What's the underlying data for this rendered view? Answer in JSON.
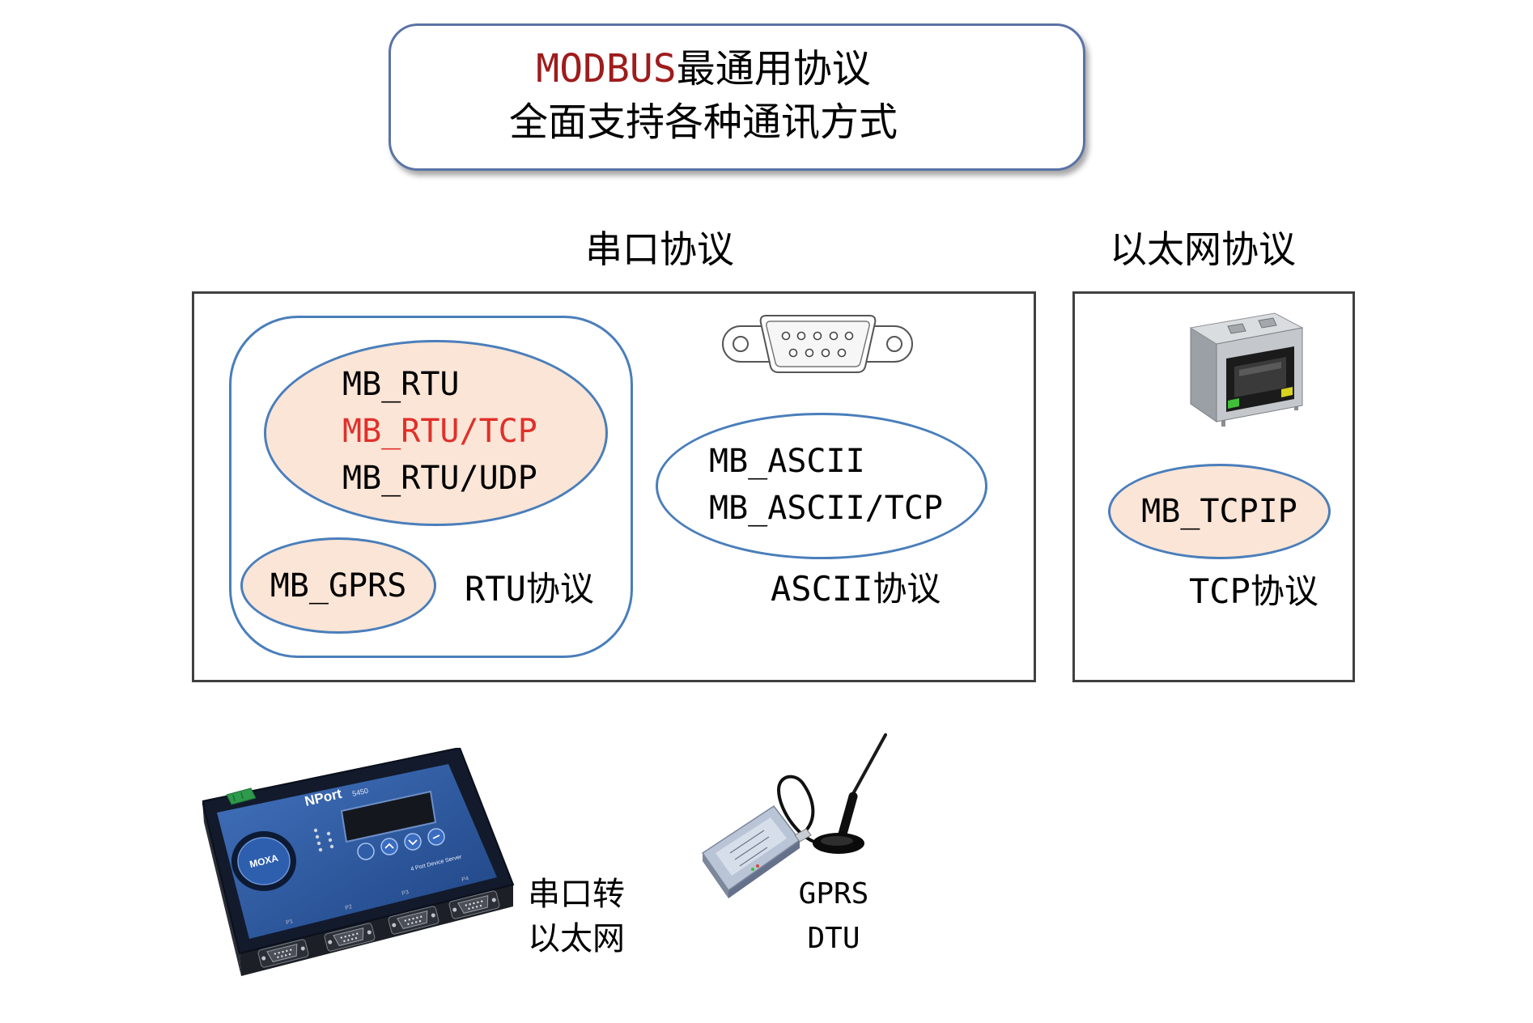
{
  "title": {
    "line1_accent": "MODBUS",
    "line1_rest": "最通用协议",
    "line2": "全面支持各种通讯方式"
  },
  "serial": {
    "heading": "串口协议",
    "port_icon": "db9-serial-connector-icon",
    "rtu_group": {
      "items": [
        {
          "text": "MB_RTU",
          "color": "#000000"
        },
        {
          "text": "MB_RTU/TCP",
          "color": "#E0302A"
        },
        {
          "text": "MB_RTU/UDP",
          "color": "#000000"
        }
      ],
      "gprs_item": "MB_GPRS",
      "label": "RTU协议"
    },
    "ascii_group": {
      "items": [
        "MB_ASCII",
        "MB_ASCII/TCP"
      ],
      "label": "ASCII协议"
    }
  },
  "ethernet": {
    "heading": "以太网协议",
    "port_icon": "rj45-ethernet-jack-icon",
    "tcp_group": {
      "items": [
        "MB_TCPIP"
      ],
      "label": "TCP协议"
    }
  },
  "devices": {
    "serial_to_ethernet": {
      "label_line1": "串口转",
      "label_line2": "以太网",
      "image_icon": "moxa-nport-device-server-icon",
      "brand": "NPort",
      "model": "5450",
      "logo": "MOXA",
      "caption": "4 Port Device Server",
      "ports": [
        "P1",
        "P2",
        "P3",
        "P4"
      ]
    },
    "gprs_dtu": {
      "label_line1": "GPRS",
      "label_line2": "DTU",
      "image_icon": "gprs-dtu-with-antenna-icon"
    }
  },
  "colors": {
    "accent_text": "#9E1C1C",
    "ellipse_stroke": "#4A7EBB",
    "ellipse_fill": "#FBE5D6",
    "frame_border": "#404040",
    "title_border": "#5A73A6"
  }
}
